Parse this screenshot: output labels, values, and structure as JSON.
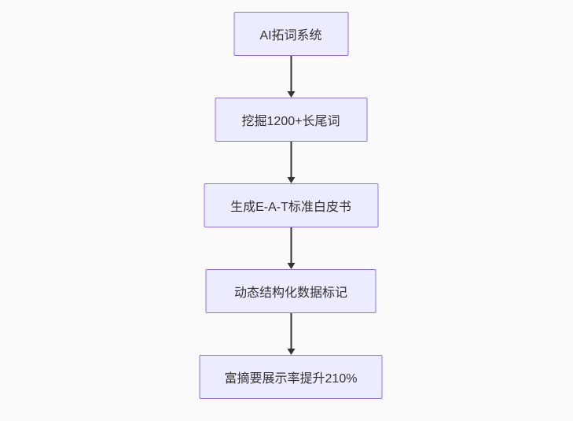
{
  "page": {
    "background_color": "#fafafa"
  },
  "flowchart": {
    "type": "flowchart-top-down",
    "node_fill_color": "#ECECFF",
    "node_border_color": "#9370DB",
    "node_text_color": "#333333",
    "arrow_color": "#333333",
    "nodes": [
      {
        "id": "n1",
        "label": "AI拓词系统"
      },
      {
        "id": "n2",
        "label": "挖掘1200+长尾词"
      },
      {
        "id": "n3",
        "label": "生成E-A-T标准白皮书"
      },
      {
        "id": "n4",
        "label": "动态结构化数据标记"
      },
      {
        "id": "n5",
        "label": "富摘要展示率提升210%"
      }
    ],
    "edges": [
      {
        "from": "n1",
        "to": "n2"
      },
      {
        "from": "n2",
        "to": "n3"
      },
      {
        "from": "n3",
        "to": "n4"
      },
      {
        "from": "n4",
        "to": "n5"
      }
    ]
  }
}
